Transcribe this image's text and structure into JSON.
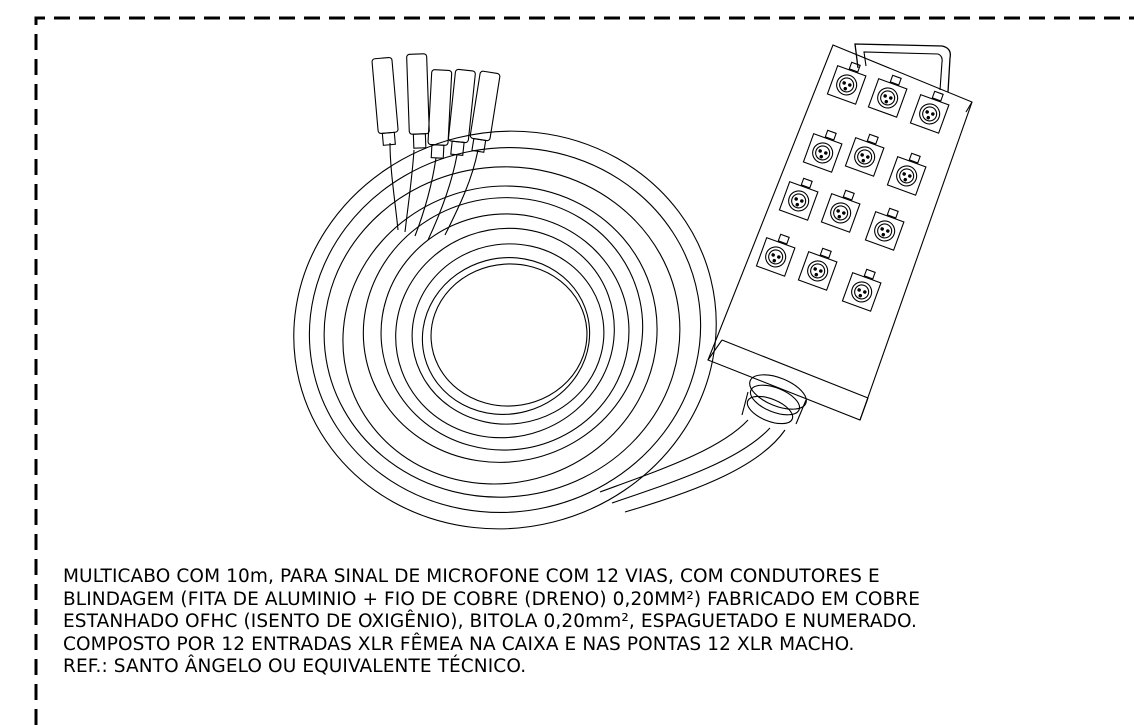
{
  "description": {
    "lines": [
      "MULTICABO COM 10m, PARA SINAL DE MICROFONE COM 12 VIAS, COM CONDUTORES E",
      "BLINDAGEM (FITA DE ALUMINIO + FIO DE COBRE (DRENO) 0,20MM²) FABRICADO EM COBRE",
      "ESTANHADO OFHC (ISENTO DE OXIGÊNIO), BITOLA 0,20mm², ESPAGUETADO E NUMERADO.",
      "COMPOSTO POR 12 ENTRADAS XLR FÊMEA NA CAIXA E NAS PONTAS 12 XLR MACHO.",
      "REF.: SANTO ÂNGELO OU EQUIVALENTE TÉCNICO."
    ]
  },
  "drawing": {
    "stage_box_connectors": 12,
    "cable_end_plugs": 5,
    "line_color": "#000000",
    "background_color": "#ffffff"
  }
}
